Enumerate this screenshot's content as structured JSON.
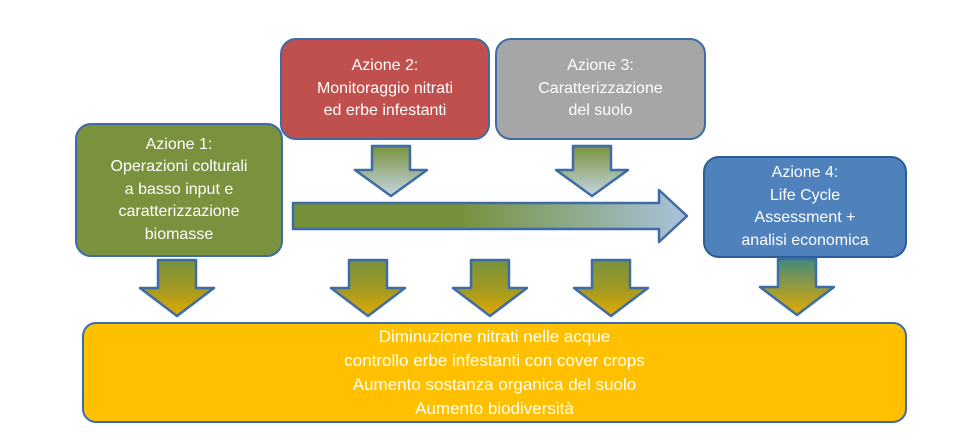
{
  "diagram": {
    "title": "Project actions flow diagram",
    "boxes": {
      "azione1": {
        "text": "Azione 1:\nOperazioni colturali\na basso input e\ncaratterizzazione\nbiomasse",
        "fill": "#7A913D"
      },
      "azione2": {
        "text": "Azione 2:\nMonitoraggio nitrati\ned erbe infestanti",
        "fill": "#C0504D"
      },
      "azione3": {
        "text": "Azione 3:\nCaratterizzazione\ndel suolo",
        "fill": "#A6A6A6"
      },
      "azione4": {
        "text": "Azione 4:\nLife Cycle\nAssessment +\nanalisi economica",
        "fill": "#4F81BD"
      },
      "outcome": {
        "text": "Diminuzione nitrati nelle acque\ncontrollo erbe infestanti con cover crops\nAumento sostanza organica del suolo\nAumento biodiversità",
        "fill": "#FFC000"
      }
    },
    "icons": [
      "down-arrow-icon (azione2 to timeline)",
      "down-arrow-icon (azione3 to timeline)",
      "right-arrow-icon (timeline to azione4)",
      "down-arrow-icon x5 (to outcome box)"
    ],
    "colors": {
      "border_blue": "#3E6CA6",
      "border_blue_dark": "#2E5C94",
      "arrow_green": "#75913B",
      "arrow_light_blue": "#A9C2DC",
      "arrow_gold": "#E3AA00",
      "arrow_teal": "#44897B",
      "text_white": "#FFFFFF",
      "background": "#FFFFFF"
    }
  }
}
